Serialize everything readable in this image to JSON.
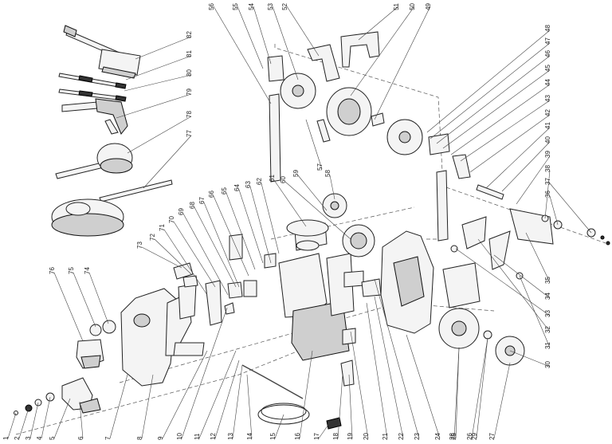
{
  "callout_numbers": {
    "bottom": [
      "1",
      "2",
      "3",
      "4",
      "5",
      "6",
      "7",
      "8",
      "9",
      "10",
      "11",
      "12",
      "13",
      "14",
      "15",
      "16",
      "17",
      "18",
      "19",
      "20",
      "21",
      "22",
      "23",
      "24",
      "25",
      "26",
      "27",
      "28",
      "29"
    ],
    "right": [
      "30",
      "31",
      "32",
      "33",
      "34",
      "35",
      "36",
      "37",
      "38",
      "39",
      "40",
      "41",
      "42",
      "43",
      "44",
      "45",
      "46",
      "47",
      "48"
    ],
    "top": [
      "49",
      "50",
      "51",
      "52",
      "53",
      "54",
      "55",
      "56"
    ],
    "middle": [
      "57",
      "58",
      "59",
      "60",
      "61",
      "62",
      "63",
      "64",
      "65",
      "66",
      "67",
      "68",
      "69",
      "70",
      "71",
      "72",
      "73"
    ],
    "left": [
      "74",
      "75",
      "76",
      "77",
      "78",
      "79",
      "80",
      "81",
      "82"
    ]
  }
}
